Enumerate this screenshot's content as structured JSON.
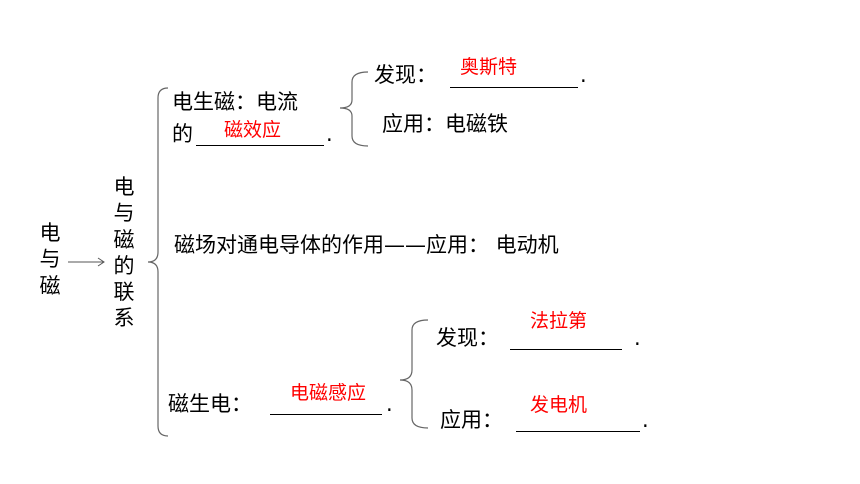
{
  "root": "电与磁",
  "branch": "电与磁的联系",
  "section1": {
    "line1": "电生磁：电流",
    "line2_prefix": "的",
    "answer": "磁效应",
    "dot": ".",
    "discover_label": "发现：",
    "discover_answer": "奥斯特",
    "discover_dot": ".",
    "apply_label": "应用：电磁铁"
  },
  "section2": {
    "text": "磁场对通电导体的作用——应用： 电动机"
  },
  "section3": {
    "label": "磁生电：",
    "answer": "电磁感应",
    "dot": ".",
    "discover_label": "发现：",
    "discover_answer": "法拉第",
    "discover_dot": ".",
    "apply_label": "应用：",
    "apply_answer": "发电机",
    "apply_dot": "."
  },
  "colors": {
    "answer": "#ff0000",
    "text": "#000000"
  }
}
